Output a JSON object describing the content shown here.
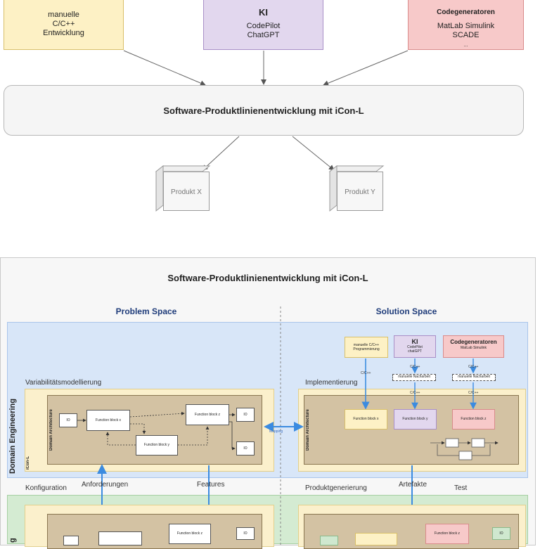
{
  "top_diagram": {
    "sources": {
      "manual": {
        "lines": [
          "manuelle",
          "C/C++",
          "Entwicklung"
        ]
      },
      "ki": {
        "title": "KI",
        "lines": [
          "CodePilot",
          "ChatGPT"
        ]
      },
      "codegen": {
        "title": "Codegeneratoren",
        "lines": [
          "MatLab Simulink",
          "SCADE",
          "..."
        ]
      }
    },
    "center_label": "Software-Produktlinienentwicklung mit iCon-L",
    "products": [
      "Produkt X",
      "Produkt Y"
    ]
  },
  "bottom_diagram": {
    "title": "Software-Produktlinienentwicklung mit iCon-L",
    "problem_space": "Problem Space",
    "solution_space": "Solution Space",
    "domain_engineering": "Domain Engineering",
    "icon_l": "iCon-L",
    "variability": "Variabilitätsmodellierung",
    "implementation": "Implementierung",
    "domain_architecture": "Domain Architecture",
    "mapping": "Mapping",
    "io": "IO",
    "function_blocks": {
      "x": "Function block x",
      "y": "Function block y",
      "z": "Function block z"
    },
    "impl_sources": {
      "manual": [
        "manuelle C/C++",
        "Programmierung"
      ],
      "ki": {
        "title": "KI",
        "lines": [
          "CodePilot",
          "chatGPT"
        ]
      },
      "codegen": {
        "title": "Codegeneratoren",
        "lines": [
          "MatLab Simulink"
        ]
      }
    },
    "c_cpp": "C/C++",
    "rework": "manuelle Nacharbeit",
    "konfiguration": "Konfiguration",
    "anforderungen": "Anforderungen",
    "features": "Features",
    "produktgenerierung": "Produktgenerierung",
    "artefakte": "Artefakte",
    "test": "Test",
    "application_engineering_partial": "g"
  },
  "colors": {
    "yellow": "#fdf1c5",
    "purple": "#e2d7ee",
    "red": "#f7c9c9",
    "blue_band": "#d8e6f8",
    "green_band": "#d4ebd2",
    "arch_brown": "#d3c2a3",
    "arrow_blue": "#3b8be0",
    "title_blue": "#1f3c7a"
  }
}
